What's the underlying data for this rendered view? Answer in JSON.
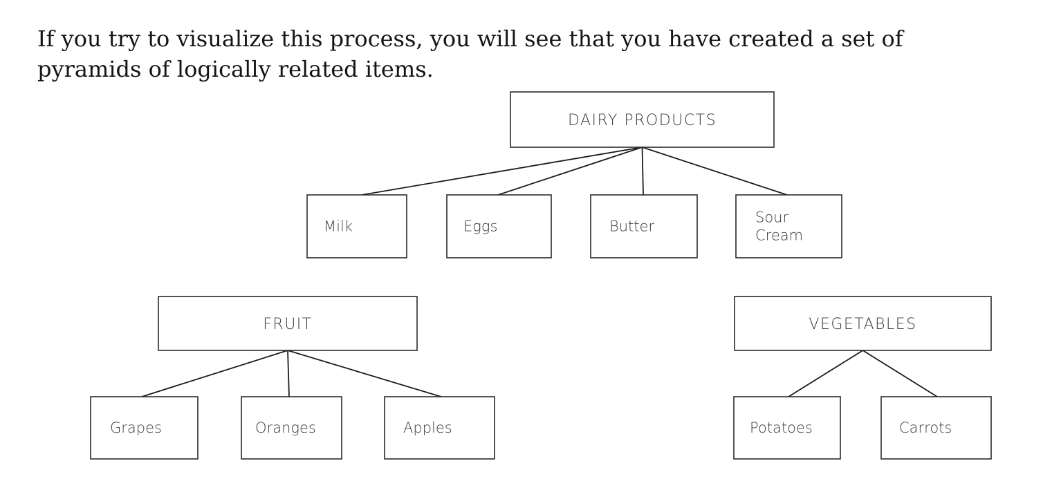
{
  "intro": {
    "line1": "If you try to visualize this process, you will see that you have created a set of",
    "line2": "pyramids of logically related items."
  },
  "pyramids": [
    {
      "category": "DAIRY PRODUCTS",
      "items": [
        [
          "Milk"
        ],
        [
          "Eggs"
        ],
        [
          "Butter"
        ],
        [
          "Sour",
          "Cream"
        ]
      ]
    },
    {
      "category": "FRUIT",
      "items": [
        [
          "Grapes"
        ],
        [
          "Oranges"
        ],
        [
          "Apples"
        ]
      ]
    },
    {
      "category": "VEGETABLES",
      "items": [
        [
          "Potatoes"
        ],
        [
          "Carrots"
        ]
      ]
    }
  ]
}
